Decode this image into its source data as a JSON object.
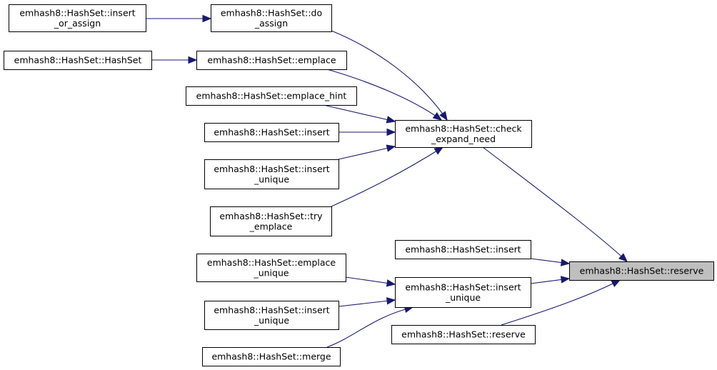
{
  "graph": {
    "nodes": [
      {
        "id": "insert_or_assign",
        "lines": [
          "emhash8::HashSet::insert",
          "_or_assign"
        ]
      },
      {
        "id": "do_assign",
        "lines": [
          "emhash8::HashSet::do",
          "_assign"
        ]
      },
      {
        "id": "hashset",
        "lines": [
          "emhash8::HashSet::HashSet"
        ]
      },
      {
        "id": "emplace",
        "lines": [
          "emhash8::HashSet::emplace"
        ]
      },
      {
        "id": "emplace_hint",
        "lines": [
          "emhash8::HashSet::emplace_hint"
        ]
      },
      {
        "id": "insert_a",
        "lines": [
          "emhash8::HashSet::insert"
        ]
      },
      {
        "id": "insert_unique_a",
        "lines": [
          "emhash8::HashSet::insert",
          "_unique"
        ]
      },
      {
        "id": "try_emplace",
        "lines": [
          "emhash8::HashSet::try",
          "_emplace"
        ]
      },
      {
        "id": "check_expand_need",
        "lines": [
          "emhash8::HashSet::check",
          "_expand_need"
        ]
      },
      {
        "id": "insert_b",
        "lines": [
          "emhash8::HashSet::insert"
        ]
      },
      {
        "id": "emplace_unique",
        "lines": [
          "emhash8::HashSet::emplace",
          "_unique"
        ]
      },
      {
        "id": "insert_unique_mid",
        "lines": [
          "emhash8::HashSet::insert",
          "_unique"
        ]
      },
      {
        "id": "insert_unique_b",
        "lines": [
          "emhash8::HashSet::insert",
          "_unique"
        ]
      },
      {
        "id": "merge",
        "lines": [
          "emhash8::HashSet::merge"
        ]
      },
      {
        "id": "reserve_b",
        "lines": [
          "emhash8::HashSet::reserve"
        ]
      },
      {
        "id": "reserve_focus",
        "lines": [
          "emhash8::HashSet::reserve"
        ],
        "highlighted": true
      }
    ],
    "edges": [
      {
        "from": "insert_or_assign",
        "to": "do_assign"
      },
      {
        "from": "hashset",
        "to": "emplace"
      },
      {
        "from": "do_assign",
        "to": "check_expand_need"
      },
      {
        "from": "emplace",
        "to": "check_expand_need"
      },
      {
        "from": "emplace_hint",
        "to": "check_expand_need"
      },
      {
        "from": "insert_a",
        "to": "check_expand_need"
      },
      {
        "from": "insert_unique_a",
        "to": "check_expand_need"
      },
      {
        "from": "try_emplace",
        "to": "check_expand_need"
      },
      {
        "from": "check_expand_need",
        "to": "reserve_focus"
      },
      {
        "from": "insert_b",
        "to": "reserve_focus"
      },
      {
        "from": "insert_unique_mid",
        "to": "reserve_focus"
      },
      {
        "from": "reserve_b",
        "to": "reserve_focus"
      },
      {
        "from": "emplace_unique",
        "to": "insert_unique_mid"
      },
      {
        "from": "insert_unique_b",
        "to": "insert_unique_mid"
      },
      {
        "from": "merge",
        "to": "insert_unique_mid"
      }
    ],
    "colors": {
      "edge": "#191970",
      "node_border": "#000000",
      "node_fill": "#ffffff",
      "highlight_fill": "#bfbfbf"
    }
  }
}
